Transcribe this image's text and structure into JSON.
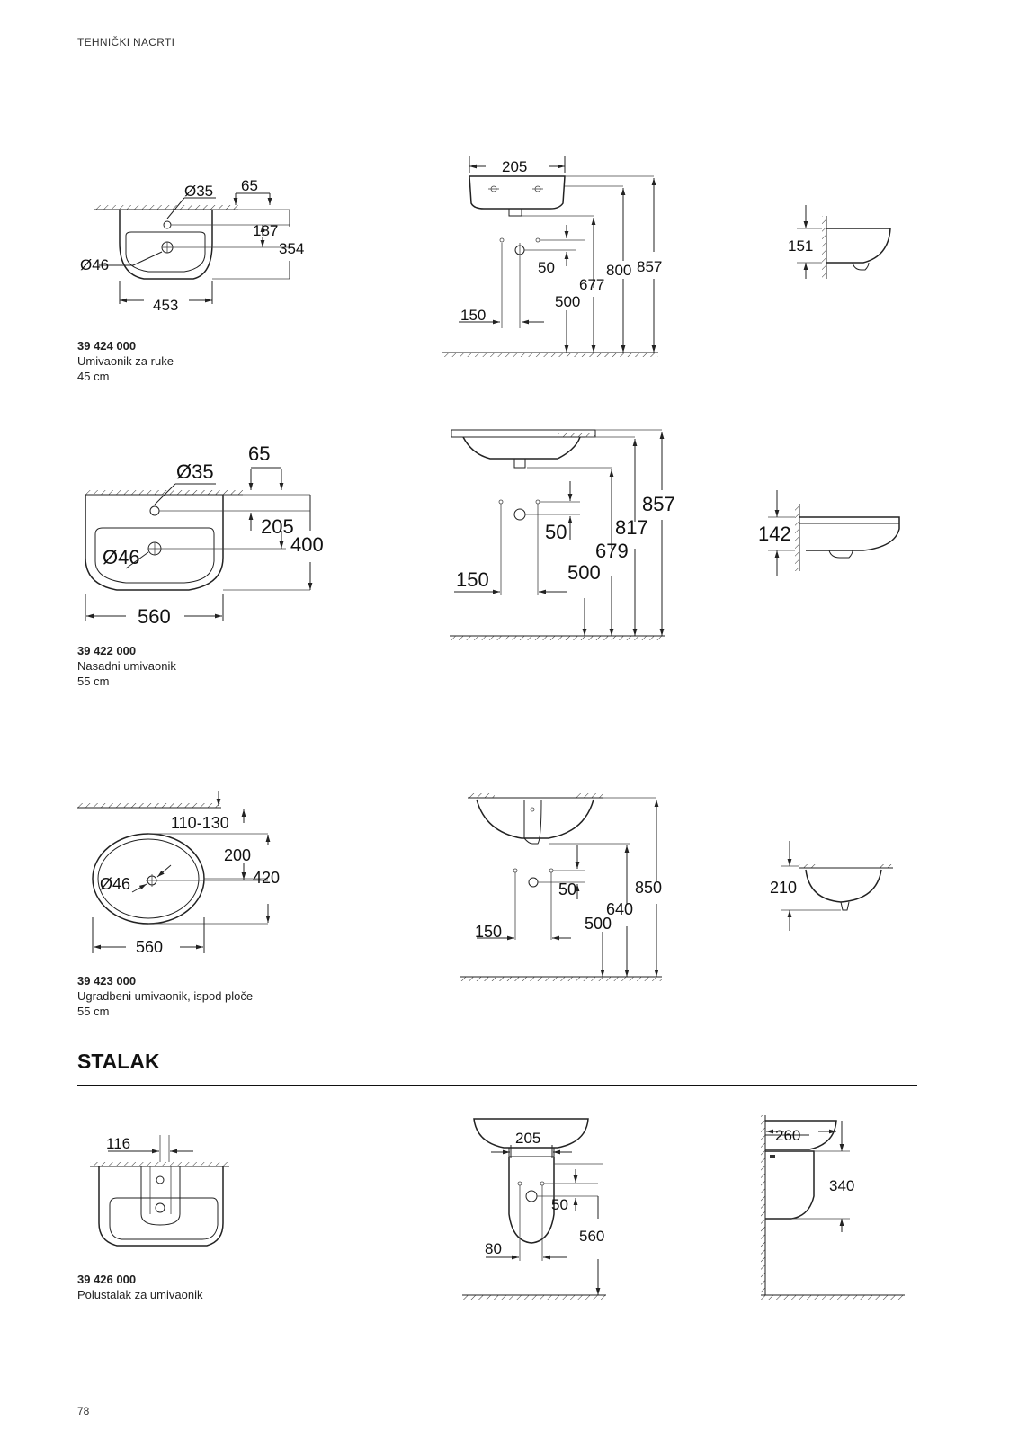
{
  "header": {
    "title": "TEHNIČKI NACRTI"
  },
  "products": [
    {
      "code": "39 424 000",
      "name": "Umivaonik za ruke",
      "size": "45 cm",
      "dims": {
        "d1": "Ø35",
        "d2": "65",
        "d3": "187",
        "d4": "354",
        "d5": "Ø46",
        "d6": "453",
        "f1": "205",
        "f2": "50",
        "f3": "677",
        "f4": "800",
        "f5": "857",
        "f6": "500",
        "f7": "150",
        "s1": "151"
      }
    },
    {
      "code": "39 422 000",
      "name": "Nasadni umivaonik",
      "size": "55 cm",
      "dims": {
        "d1": "65",
        "d2": "Ø35",
        "d3": "205",
        "d4": "400",
        "d5": "Ø46",
        "d6": "560",
        "f1": "857",
        "f2": "817",
        "f3": "50",
        "f4": "679",
        "f5": "150",
        "f6": "500",
        "s1": "142"
      }
    },
    {
      "code": "39 423 000",
      "name": "Ugradbeni umivaonik, ispod ploče",
      "size": "55 cm",
      "dims": {
        "d1": "110-130",
        "d2": "200",
        "d3": "420",
        "d4": "Ø46",
        "d5": "560",
        "f1": "50",
        "f2": "850",
        "f3": "640",
        "f4": "500",
        "f5": "150",
        "s1": "210"
      }
    }
  ],
  "section": {
    "title": "STALAK",
    "product": {
      "code": "39 426 000",
      "name": "Polustalak za umivaonik",
      "dims": {
        "p1": "116",
        "f1": "205",
        "f2": "50",
        "f3": "560",
        "f4": "80",
        "s1": "260",
        "s2": "340"
      }
    }
  },
  "page_number": "78"
}
